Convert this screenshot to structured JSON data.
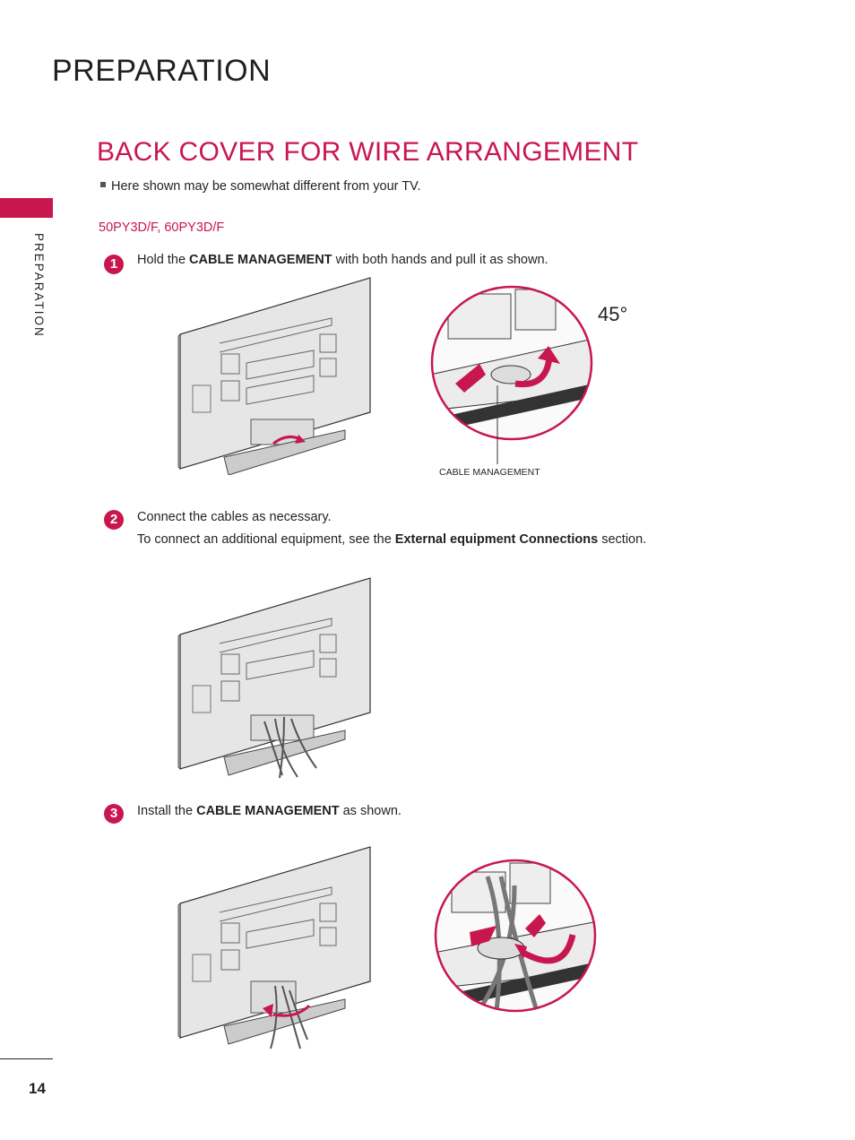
{
  "header": {
    "title": "PREPARATION"
  },
  "side_tab": {
    "label": "PREPARATION",
    "accent_color": "#c8174f"
  },
  "section": {
    "title": "BACK COVER FOR WIRE ARRANGEMENT",
    "note": "Here shown may be somewhat different from your TV.",
    "model": "50PY3D/F, 60PY3D/F"
  },
  "steps": [
    {
      "number": "1",
      "pre": "Hold the ",
      "bold": "CABLE MANAGEMENT",
      "post": " with both hands and pull it as shown."
    },
    {
      "number": "2",
      "line1": "Connect the cables as necessary.",
      "pre": "To connect an additional equipment, see the ",
      "bold": "External equipment Connections",
      "post": " section."
    },
    {
      "number": "3",
      "pre": "Install the ",
      "bold": "CABLE MANAGEMENT",
      "post": " as shown."
    }
  ],
  "figures": {
    "callout_label": "CABLE MANAGEMENT",
    "angle_label": "45°"
  },
  "footer": {
    "page_number": "14"
  }
}
